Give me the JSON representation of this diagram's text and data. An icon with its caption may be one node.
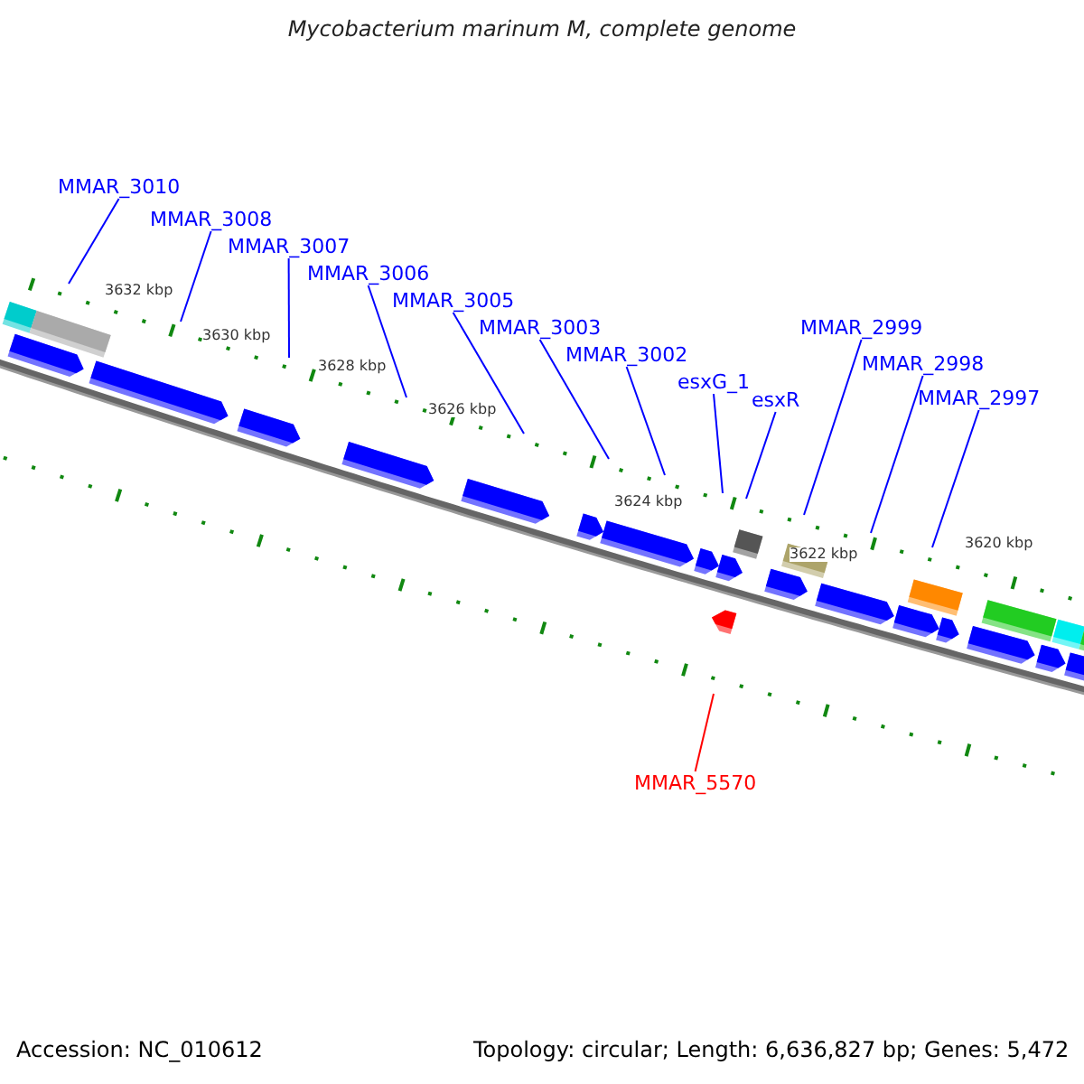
{
  "diagram": {
    "title": "Mycobacterium marinum M, complete genome",
    "nodes": [
      {
        "text": [
          "MMAR_3010"
        ]
      },
      {
        "text": [
          "MMAR_3008"
        ]
      },
      {
        "text": [
          "MMAR_3007"
        ]
      },
      {
        "text": [
          "MMAR_3006"
        ]
      },
      {
        "text": [
          "MMAR_3005"
        ]
      },
      {
        "text": [
          "MMAR_3003"
        ]
      },
      {
        "text": [
          "MMAR_3002"
        ]
      },
      {
        "text": [
          "esxG_1"
        ]
      },
      {
        "text": [
          "esxR"
        ]
      },
      {
        "text": [
          "MMAR_2999"
        ]
      },
      {
        "text": [
          "MMAR_2998"
        ]
      },
      {
        "text": [
          "MMAR_2997"
        ]
      },
      {
        "text": [
          "MMAR_5570"
        ]
      }
    ],
    "edges": [
      {
        "from": 0,
        "to": null,
        "arrow": "none"
      },
      {
        "from": 1,
        "to": null,
        "arrow": "none"
      },
      {
        "from": 2,
        "to": null,
        "arrow": "none"
      },
      {
        "from": 3,
        "to": null,
        "arrow": "none"
      },
      {
        "from": 4,
        "to": null,
        "arrow": "none"
      },
      {
        "from": 5,
        "to": null,
        "arrow": "none"
      },
      {
        "from": 6,
        "to": null,
        "arrow": "none"
      },
      {
        "from": 7,
        "to": null,
        "arrow": "none"
      },
      {
        "from": 8,
        "to": null,
        "arrow": "none"
      },
      {
        "from": 9,
        "to": null,
        "arrow": "none"
      },
      {
        "from": 10,
        "to": null,
        "arrow": "none"
      },
      {
        "from": 11,
        "to": null,
        "arrow": "none"
      },
      {
        "from": 12,
        "to": null,
        "arrow": "none",
        "color": "#ff0000"
      }
    ],
    "labels": [
      "3632 kbp",
      "3630 kbp",
      "3628 kbp",
      "3626 kbp",
      "3624 kbp",
      "3622 kbp",
      "3620 kbp",
      "Accession: NC_010612",
      "Topology: circular; Length: 6,636,827 bp; Genes: 5,472"
    ]
  }
}
